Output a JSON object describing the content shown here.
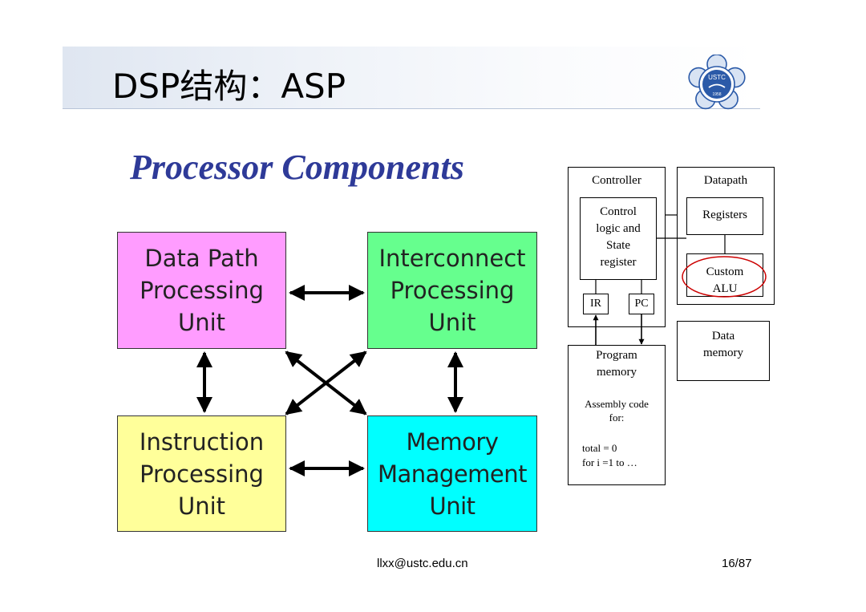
{
  "slide": {
    "title": "DSP结构：ASP",
    "logo_text": "USTC",
    "logo_year": "1958"
  },
  "diagram": {
    "title": "Processor Components",
    "units": {
      "datapath": "Data Path\nProcessing\nUnit",
      "interconnect": "Interconnect\nProcessing\nUnit",
      "instruction": "Instruction\nProcessing\nUnit",
      "memory": "Memory\nManagement\nUnit"
    },
    "colors": {
      "datapath": "#ff9cff",
      "interconnect": "#66ff8e",
      "instruction": "#ffff9a",
      "memory": "#00ffff",
      "title": "#2e3a98"
    }
  },
  "schematic": {
    "controller": "Controller",
    "datapath": "Datapath",
    "control_logic": "Control\nlogic and\nState\nregister",
    "registers": "Registers",
    "custom_alu": "Custom\nALU",
    "ir": "IR",
    "pc": "PC",
    "data_memory": "Data\nmemory",
    "program_memory": "Program\nmemory",
    "assembly": "Assembly code\nfor:",
    "code_line1": "total = 0",
    "code_line2": "for i =1 to …",
    "highlight_color": "#cc0000"
  },
  "footer": {
    "email": "llxx@ustc.edu.cn",
    "page": "16/87"
  }
}
